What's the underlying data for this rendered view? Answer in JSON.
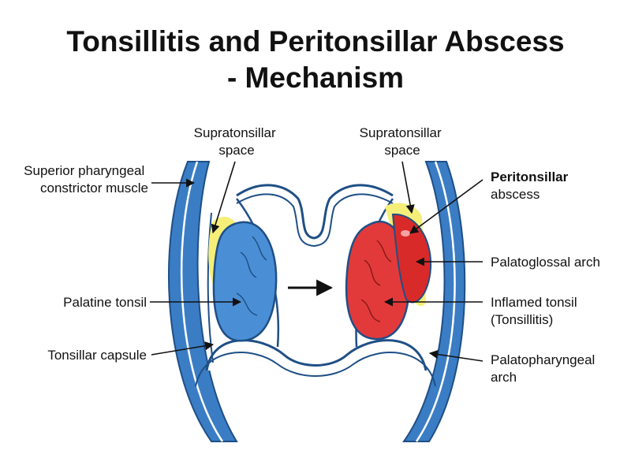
{
  "title": {
    "line1": "Tonsillitis and Peritonsillar Abscess",
    "line2": "- Mechanism"
  },
  "labels": {
    "supratonsillar_left": [
      "Supratonsillar",
      "space"
    ],
    "supratonsillar_right": [
      "Supratonsillar",
      "space"
    ],
    "constrictor": [
      "Superior pharyngeal",
      "constrictor muscle"
    ],
    "palatine_tonsil": "Palatine tonsil",
    "tonsillar_capsule": "Tonsillar capsule",
    "peritonsillar": [
      "Peritonsillar",
      "abscess"
    ],
    "palatoglossal": "Palatoglossal arch",
    "inflamed_tonsil": [
      "Inflamed tonsil",
      "(Tonsillitis)"
    ],
    "palatopharyngeal": [
      "Palatopharyngeal",
      "arch"
    ]
  },
  "colors": {
    "muscle_blue": "#3a7dc4",
    "tonsil_blue": "#4a8fd6",
    "tonsil_red": "#e23a3a",
    "abscess_red": "#d92a2a",
    "supratonsillar_yellow": "#f5ef7a",
    "outline": "#1f4f86"
  }
}
